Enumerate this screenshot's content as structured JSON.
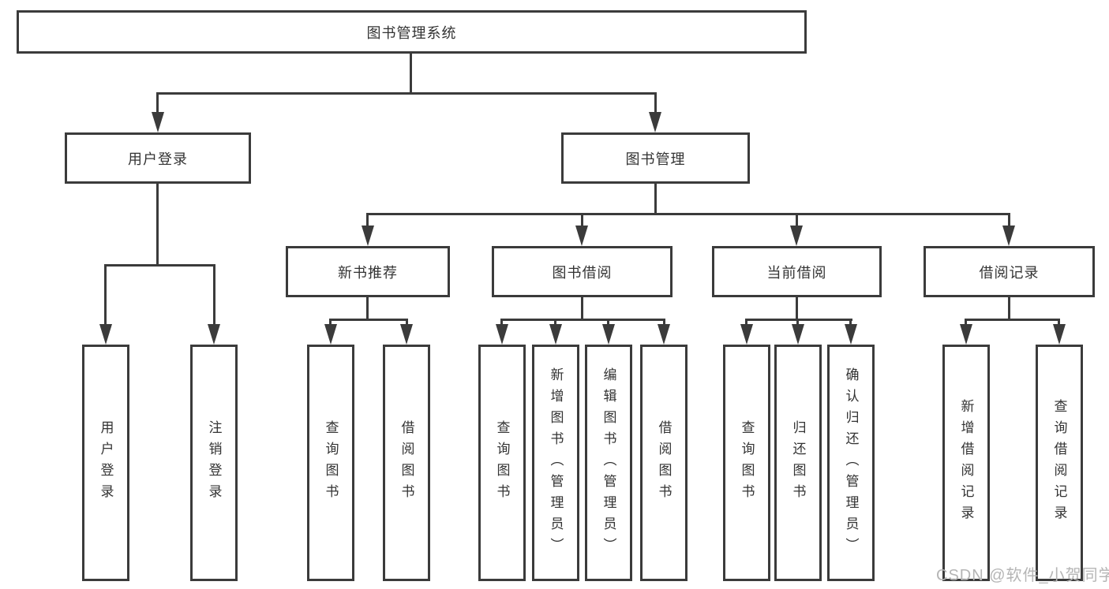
{
  "diagram": {
    "type": "hierarchy-tree",
    "root": {
      "label": "图书管理系统",
      "children": [
        {
          "label": "用户登录",
          "children": [
            {
              "label": "用户登录",
              "orientation": "vertical"
            },
            {
              "label": "注销登录",
              "orientation": "vertical"
            }
          ]
        },
        {
          "label": "图书管理",
          "children": [
            {
              "label": "新书推荐",
              "children": [
                {
                  "label": "查询图书",
                  "orientation": "vertical"
                },
                {
                  "label": "借阅图书",
                  "orientation": "vertical"
                }
              ]
            },
            {
              "label": "图书借阅",
              "children": [
                {
                  "label": "查询图书",
                  "orientation": "vertical"
                },
                {
                  "label": "新增图书（管理员）",
                  "orientation": "vertical"
                },
                {
                  "label": "编辑图书（管理员）",
                  "orientation": "vertical"
                },
                {
                  "label": "借阅图书",
                  "orientation": "vertical"
                }
              ]
            },
            {
              "label": "当前借阅",
              "children": [
                {
                  "label": "查询图书",
                  "orientation": "vertical"
                },
                {
                  "label": "归还图书",
                  "orientation": "vertical"
                },
                {
                  "label": "确认归还（管理员）",
                  "orientation": "vertical"
                }
              ]
            },
            {
              "label": "借阅记录",
              "children": [
                {
                  "label": "新增借阅记录",
                  "orientation": "vertical"
                },
                {
                  "label": "查询借阅记录",
                  "orientation": "vertical"
                }
              ]
            }
          ]
        }
      ]
    },
    "colors": {
      "line": "#3b3b3b",
      "box_border": "#3b3b3b",
      "box_background": "#ffffff",
      "text": "#333333",
      "background": "#ffffff"
    }
  },
  "watermark": {
    "text": "CSDN @软件_小贺同学",
    "color": "#b5b5b5"
  }
}
